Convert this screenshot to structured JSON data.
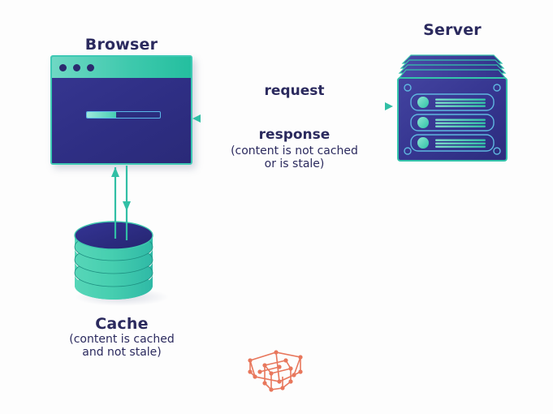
{
  "diagram": {
    "title_browser": "Browser",
    "title_server": "Server",
    "title_cache": "Cache",
    "cache_note_line1": "(content is cached",
    "cache_note_line2": "and not stale)",
    "request_label": "request",
    "response_label": "response",
    "response_note_line1": "(content is not cached",
    "response_note_line2": "or is stale)"
  },
  "browser": {
    "window_dots": [
      "dot-1",
      "dot-2",
      "dot-3"
    ],
    "progress_percent": 40
  },
  "server": {
    "slot_count": 3,
    "screw_count": 4,
    "top_layer_count": 4,
    "slots": [
      {
        "led": "status-led",
        "lines": 3
      },
      {
        "led": "status-led",
        "lines": 3
      },
      {
        "led": "status-led",
        "lines": 3
      }
    ]
  },
  "cache": {
    "disc_count": 4
  },
  "arrows": {
    "request_direction": "browser-to-server",
    "response_direction": "server-to-browser",
    "cache_read_direction": "cache-to-browser",
    "cache_write_direction": "browser-to-cache"
  },
  "colors": {
    "navy": "#2b2a5e",
    "browser_body": "#2e2e83",
    "teal": "#3ec9b4",
    "teal_dark": "#24bf9f",
    "arrow": "#31bfa5",
    "server_body": "#3a3a93",
    "cache_disc": "#4fd1b4",
    "cache_top": "#2a2a78",
    "logo": "#e8775c",
    "background": "#fdfdfd"
  }
}
